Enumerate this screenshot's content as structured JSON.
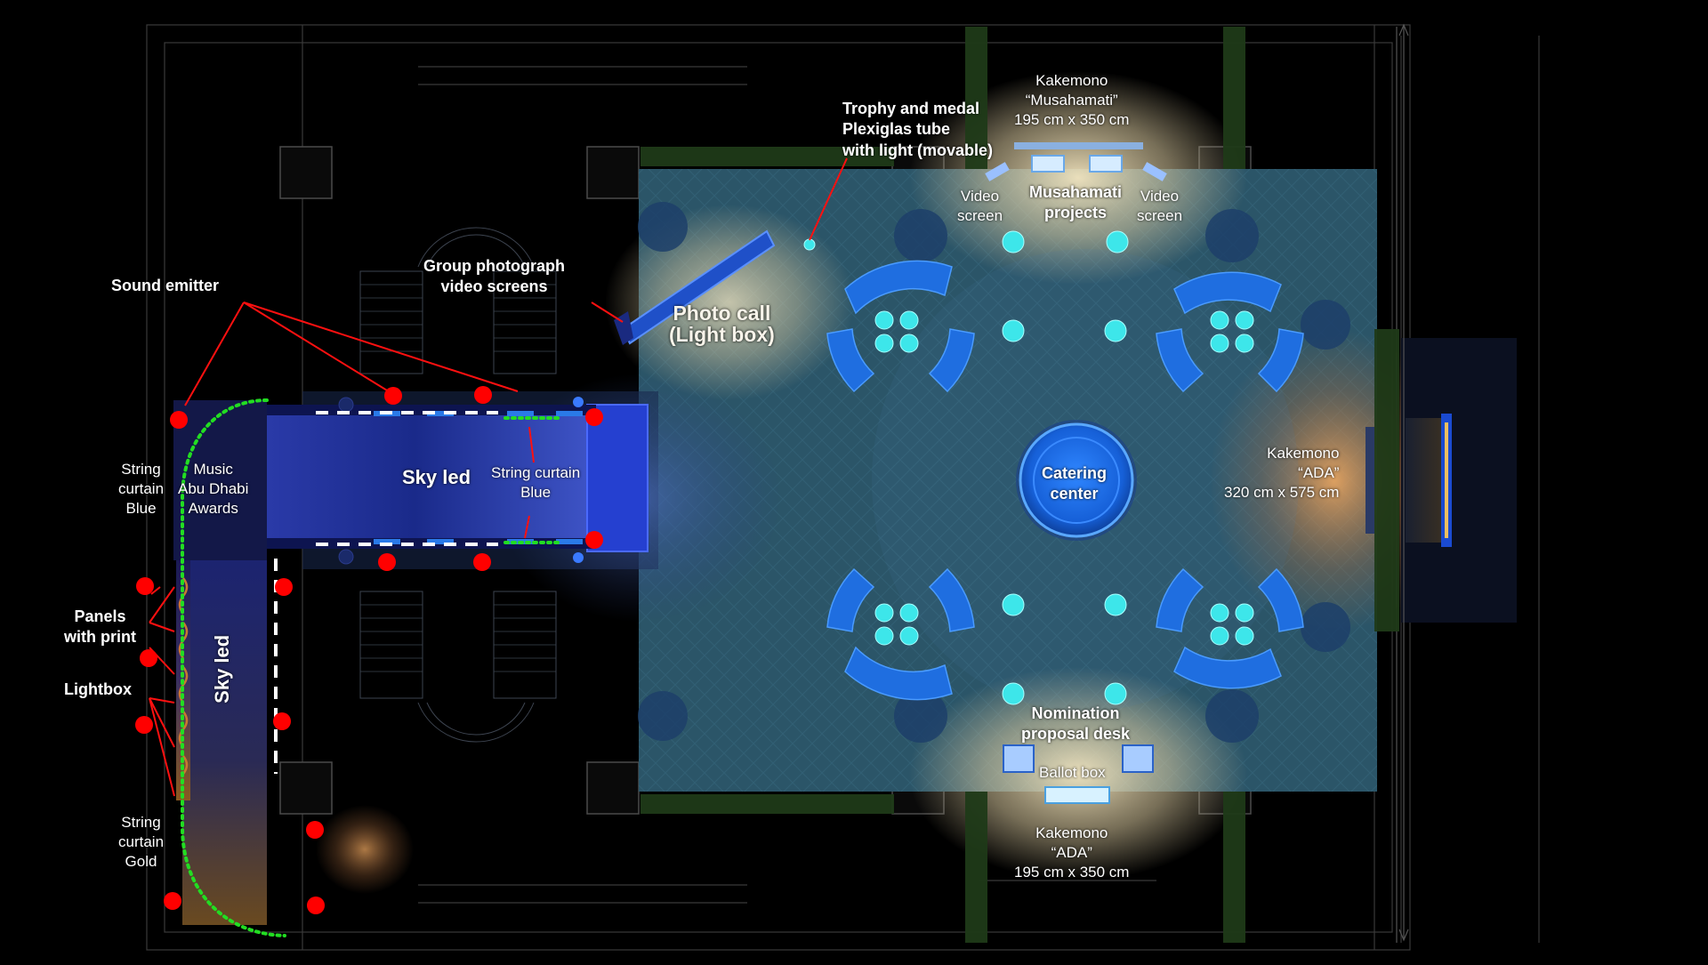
{
  "labels": {
    "sound_emitter": "Sound emitter",
    "string_curtain_blue_left": [
      "String",
      "curtain",
      "Blue"
    ],
    "music_awards": [
      "Music",
      "Abu Dhabi",
      "Awards"
    ],
    "panels_with_print": [
      "Panels",
      "with print"
    ],
    "lightbox": "Lightbox",
    "string_curtain_gold": [
      "String",
      "curtain",
      "Gold"
    ],
    "sky_led_horizontal": "Sky led",
    "sky_led_vertical": "Sky led",
    "string_curtain_blue_center": [
      "String curtain",
      "Blue"
    ],
    "group_photograph": [
      "Group photograph",
      "video screens"
    ],
    "photo_call": [
      "Photo call",
      "(Light box)"
    ],
    "trophy": [
      "Trophy and medal",
      "Plexiglas tube",
      "with light (movable)"
    ],
    "kakemono_top": [
      "Kakemono",
      "“Musahamati”",
      "195 cm x 350 cm"
    ],
    "video_screen_left": [
      "Video",
      "screen"
    ],
    "musahamati_projects": [
      "Musahamati",
      "projects"
    ],
    "video_screen_right": [
      "Video",
      "screen"
    ],
    "catering_center": [
      "Catering",
      "center"
    ],
    "kakemono_right": [
      "Kakemono",
      "“ADA”",
      "320 cm x 575 cm"
    ],
    "nomination_desk": [
      "Nomination",
      "proposal desk"
    ],
    "ballot_box": "Ballot box",
    "kakemono_bottom": [
      "Kakemono",
      "“ADA”",
      "195 cm x 350 cm"
    ]
  },
  "colors": {
    "background": "#000000",
    "floor": "#2a5466",
    "furniture_blue": "#1f6ee0",
    "pouf_cyan": "#3de6ea",
    "sound_emitter_red": "#ff0000",
    "string_curtain_green": "#22dd22",
    "sky_led_blue": "#1a2fa0",
    "warm_light": "#f2dfb0"
  }
}
